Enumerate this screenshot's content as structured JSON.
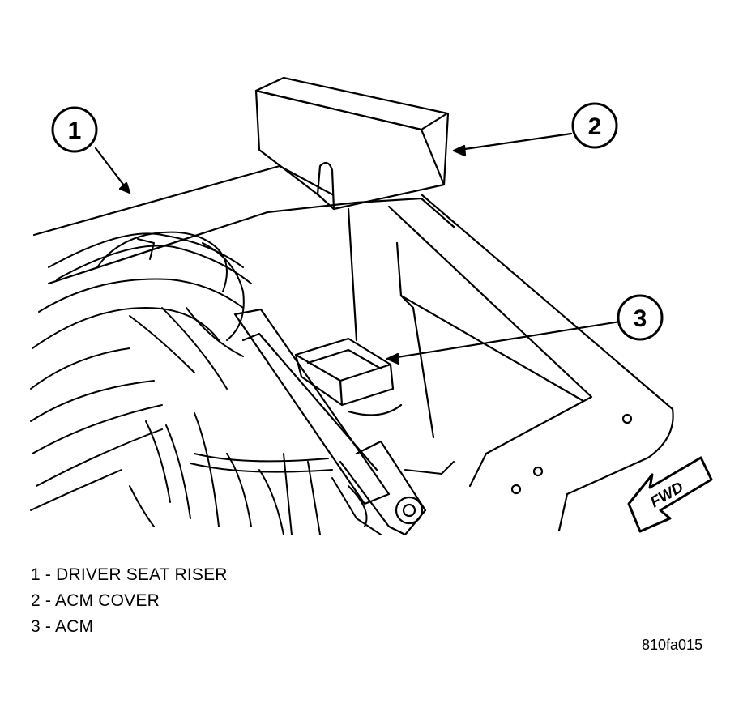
{
  "callouts": [
    {
      "number": "1",
      "label": "DRIVER SEAT RISER"
    },
    {
      "number": "2",
      "label": "ACM COVER"
    },
    {
      "number": "3",
      "label": "ACM"
    }
  ],
  "legend": [
    {
      "text": "1 - DRIVER SEAT RISER"
    },
    {
      "text": "2 - ACM COVER"
    },
    {
      "text": "3 - ACM"
    }
  ],
  "direction_label": "FWD",
  "figure_id": "810fa015",
  "colors": {
    "line": "#000000",
    "background": "#ffffff"
  }
}
